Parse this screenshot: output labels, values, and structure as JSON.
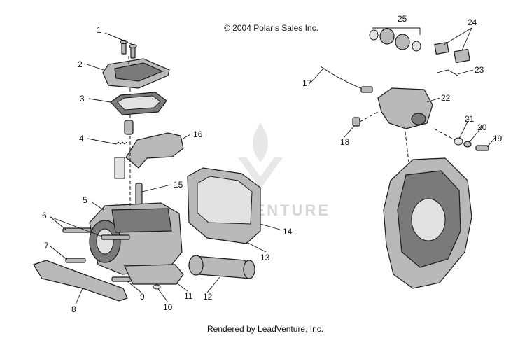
{
  "copyright": "© 2004 Polaris Sales Inc.",
  "footer": "Rendered by LeadVenture, Inc.",
  "watermark": "LEADVENTURE",
  "callouts": [
    "1",
    "2",
    "3",
    "4",
    "5",
    "6",
    "7",
    "8",
    "9",
    "10",
    "11",
    "12",
    "13",
    "14",
    "15",
    "16",
    "17",
    "18",
    "19",
    "20",
    "21",
    "22",
    "23",
    "24",
    "25"
  ]
}
